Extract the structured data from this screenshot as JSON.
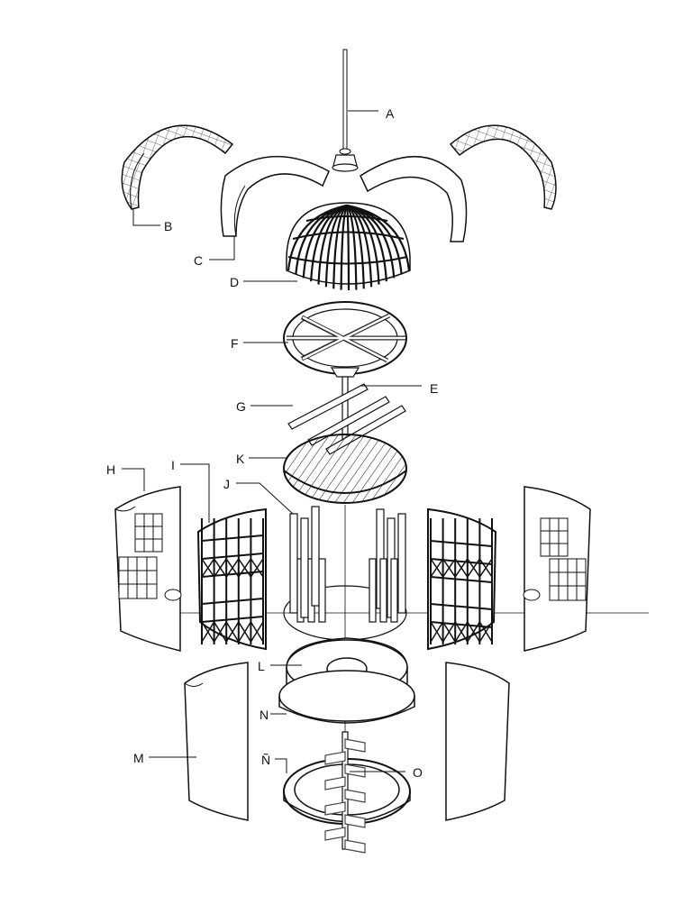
{
  "diagram": {
    "labels": [
      {
        "id": "A",
        "text": "A"
      },
      {
        "id": "B",
        "text": "B"
      },
      {
        "id": "C",
        "text": "C"
      },
      {
        "id": "D",
        "text": "D"
      },
      {
        "id": "E",
        "text": "E"
      },
      {
        "id": "F",
        "text": "F"
      },
      {
        "id": "G",
        "text": "G"
      },
      {
        "id": "H",
        "text": "H"
      },
      {
        "id": "I",
        "text": "I"
      },
      {
        "id": "J",
        "text": "J"
      },
      {
        "id": "K",
        "text": "K"
      },
      {
        "id": "L",
        "text": "L"
      },
      {
        "id": "M",
        "text": "M"
      },
      {
        "id": "N",
        "text": "N"
      },
      {
        "id": "Ntilde",
        "text": "Ñ"
      },
      {
        "id": "O",
        "text": "O"
      }
    ]
  },
  "colors": {
    "ink": "#111111",
    "background": "#ffffff"
  }
}
